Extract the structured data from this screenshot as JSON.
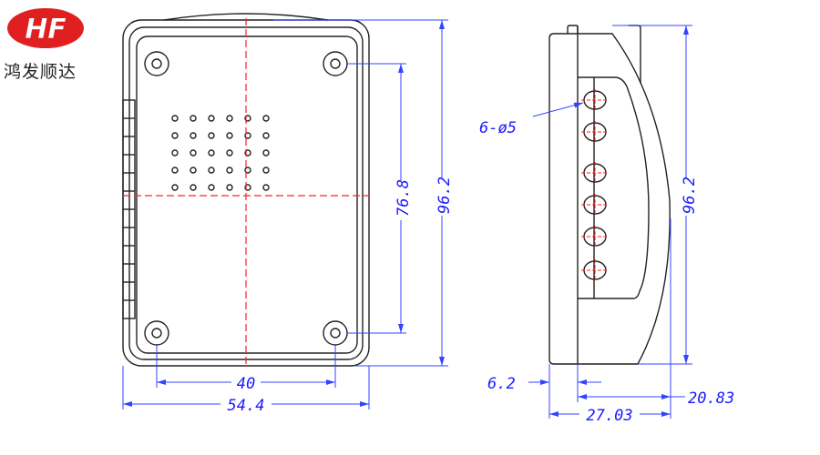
{
  "logo": {
    "mark": "HF",
    "brand_name": "鸿发顺达",
    "color": "#e02020"
  },
  "front_view": {
    "dims": {
      "hole_spacing_vertical": "76.8",
      "height": "96.2",
      "hole_spacing_horizontal": "40",
      "width": "54.4"
    }
  },
  "side_view": {
    "dims": {
      "holes": "6-ø5",
      "height": "96.2",
      "offset": "6.2",
      "depth_inner": "20.83",
      "depth_total": "27.03"
    }
  },
  "colors": {
    "dimension": "#1a1aff",
    "centerline": "#ff2020",
    "outline": "#222222"
  }
}
